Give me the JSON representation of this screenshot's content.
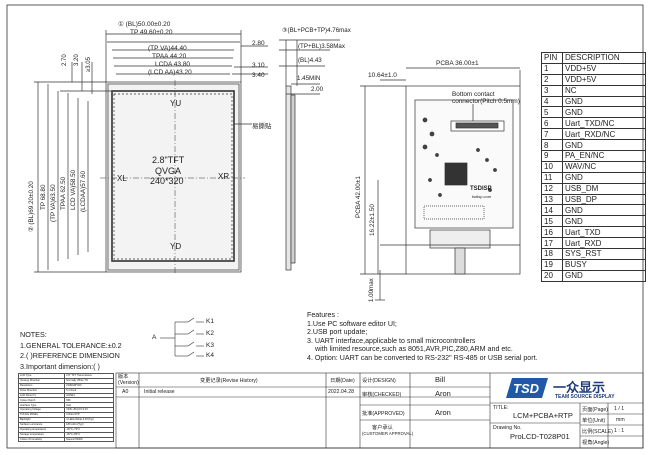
{
  "front_view": {
    "dims": {
      "bl": "① (BL)50.00±0.20",
      "tp": "TP 49.60±0.20",
      "tp_va": "(TP VA)44.40",
      "tpaa": "TPAA 44.20",
      "lcda": "LCDA 43.80",
      "lcd_aa": "(LCD AA)43.20",
      "r_280": "2.80",
      "r_310": "3.10",
      "r_340": "3.40",
      "t_270": "2.70",
      "t_320": "3.20",
      "t_305": "≥3.05",
      "v_bl": "② (BL)69.20±0.20",
      "v_tp": "TP 68.80",
      "v_tpva": "(TP VA)63.50",
      "v_tpaa": "TPAA 62.50",
      "v_lcdva": "LCD VA)58.50",
      "v_lcdaa": "(LCDAA)57.60"
    },
    "yu": "YU",
    "yd": "YD",
    "xl": "XL",
    "xr": "XR",
    "center_line1": "2.8\"TFT",
    "center_line2": "QVGA",
    "center_line3": "240*320",
    "sticker": "易撕贴"
  },
  "side_view": {
    "thick": "③(BL+PCB+TP)4.76max",
    "tp_bl": "(TP+BL)3.58Max",
    "bl43": "(BL)4.43",
    "min": "1.45MIN",
    "d200": "2.00",
    "d100": "1.00max"
  },
  "back_view": {
    "pcba_w": "PCBA 36.00±1",
    "d1064": "10.64±1.0",
    "bottom_contact_1": "Bottom contact",
    "bottom_contact_2": "connector(Pitch 0.5mm)",
    "pcba_h": "PCBA 42.00±1",
    "d1622": "16.22±1.50",
    "logo": "TSDISP",
    "logo_sub": "tsdisp.com"
  },
  "pin_table": {
    "header_pin": "PIN",
    "header_desc": "DESCRIPTION",
    "rows": [
      [
        "1",
        "VDD+5V"
      ],
      [
        "2",
        "VDD+5V"
      ],
      [
        "3",
        "NC"
      ],
      [
        "4",
        "GND"
      ],
      [
        "5",
        "GND"
      ],
      [
        "6",
        "Uart_TXD/NC"
      ],
      [
        "7",
        "Uart_RXD/NC"
      ],
      [
        "8",
        "GND"
      ],
      [
        "9",
        "PA_EN/NC"
      ],
      [
        "10",
        "WAV/NC"
      ],
      [
        "11",
        "GND"
      ],
      [
        "12",
        "USB_DM"
      ],
      [
        "13",
        "USB_DP"
      ],
      [
        "14",
        "GND"
      ],
      [
        "15",
        "GND"
      ],
      [
        "16",
        "Uart_TXD"
      ],
      [
        "17",
        "Uart_RXD"
      ],
      [
        "18",
        "SYS_RST"
      ],
      [
        "19",
        "BUSY"
      ],
      [
        "20",
        "GND"
      ]
    ]
  },
  "keys": {
    "k1": "K1",
    "k2": "K2",
    "k3": "K3",
    "k4": "K4",
    "a": "A"
  },
  "features": {
    "title": "Features :",
    "lines": [
      "1.Use PC software editor UI;",
      "2.USB port update;",
      "3. UART  interface,applicable to small microcontrollers",
      "   with limited resource,such as 8051,AVR,PIC,Z80,ARM and etc.",
      "4. Option: UART can be converted to RS-232\" RS-485 or USB serial port."
    ]
  },
  "notes": {
    "title": "NOTES:",
    "n1": "1.GENERAL TOLERANCE:±0.2",
    "n2": "2.( )REFERENCE DIMENSION",
    "n3": "3.Important dimension:( )"
  },
  "spec_rows": [
    [
      "LCD Type",
      "2.8\" TFT Transmissive"
    ],
    [
      "Viewing Direction",
      "Normally White,TN"
    ],
    [
      "Resolution",
      "240RGB*320"
    ],
    [
      "Drive Direction",
      "6 o'clock"
    ],
    [
      "LCD Driver IC",
      "ILI9341"
    ],
    [
      "Colour Depth",
      "65K"
    ],
    [
      "Interface Type",
      "Uart"
    ],
    [
      "Operating Voltage",
      "VDD:+5V,IOV:3.3V"
    ],
    [
      "TOUCH PANEL",
      "4-Wire RTP"
    ],
    [
      "Backlight",
      "4 LEDs,White,3.3V(Typ)"
    ],
    [
      "Surface Luminance",
      "180 cd/m²(Typ)"
    ],
    [
      "Operating temperature",
      "-20°C~70°C"
    ],
    [
      "Storage temperature",
      "-30°C~80°C"
    ],
    [
      "Colour chromaticity",
      "Natural 5300K"
    ]
  ],
  "title_block": {
    "version_label": "版本 (Version)",
    "history_label": "变更记录(Revise History)",
    "date_label": "日期(Date)",
    "design_label": "设计(DESIGN)",
    "designer": "Bill",
    "rev": "A0",
    "rev_desc": "Initial release",
    "rev_date": "2022.04.28",
    "check_label": "审核(CHECKED)",
    "checker": "Aron",
    "approve_label": "批准(APPROVED)",
    "approver": "Aron",
    "customer_label": "客户承认",
    "customer_label2": "(CUSTOMER APPROVAL)",
    "company_cn": "一众显示",
    "company_en": "TEAM SOURCE DISPLAY",
    "title_label": "TITLE:",
    "title": "LCM+PCBA+RTP",
    "drawing_label": "Drawing No.",
    "drawing_no": "ProLCD-T028P01",
    "page_label": "页面(Page)",
    "page": "1 / 1",
    "unit_label": "单位(Unit)",
    "unit": "mm",
    "scale_label": "比例(SCALE)",
    "scale": "1 : 1",
    "angle_label": "视角(Angle)"
  }
}
